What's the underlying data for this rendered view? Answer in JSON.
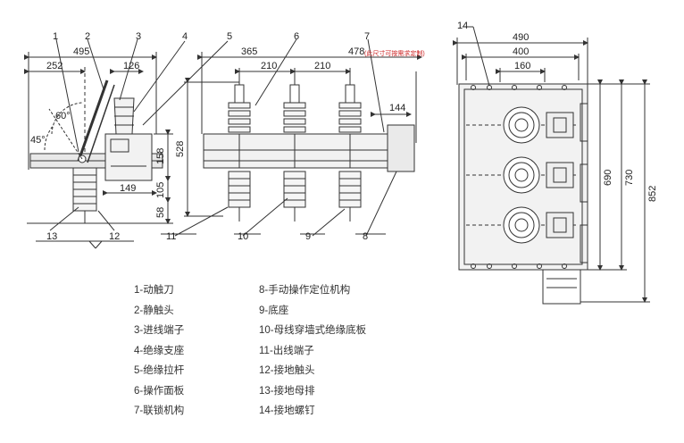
{
  "callouts": {
    "c1": "1",
    "c2": "2",
    "c3": "3",
    "c4": "4",
    "c5": "5",
    "c6": "6",
    "c7": "7",
    "c8": "8",
    "c9": "9",
    "c10": "10",
    "c11": "11",
    "c12": "12",
    "c13": "13",
    "c14": "14"
  },
  "side_view_dims": {
    "d495": "495",
    "d252": "252",
    "d126": "126",
    "d158": "158",
    "d149": "149",
    "d105": "105",
    "d58": "58",
    "a60": "60°",
    "a45": "45°"
  },
  "front_view_dims": {
    "d365": "365",
    "d478": "478",
    "d210a": "210",
    "d210b": "210",
    "d528": "528",
    "d144": "144",
    "note": "(此尺寸可按需求定制)"
  },
  "top_view_dims": {
    "d490": "490",
    "d400": "400",
    "d160": "160",
    "d690": "690",
    "d730": "730",
    "d852": "852"
  },
  "legend": {
    "left": [
      "1-动触刀",
      "2-静触头",
      "3-进线端子",
      "4-绝缘支座",
      "5-绝缘拉杆",
      "6-操作面板",
      "7-联锁机构"
    ],
    "right": [
      "8-手动操作定位机构",
      "9-底座",
      "10-母线穿墙式绝缘底板",
      "11-出线端子",
      "12-接地触头",
      "13-接地母排",
      "14-接地螺钉"
    ]
  },
  "colors": {
    "line": "#333333",
    "note": "#cc2222",
    "panel_fill": "#e8e8e8",
    "body_fill": "#f2f2f2"
  }
}
